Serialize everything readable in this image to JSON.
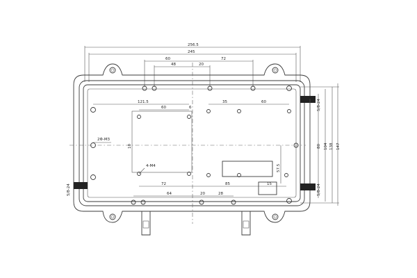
{
  "drawing": {
    "dimensions": {
      "overall_width": "256.5",
      "mount_width": "245",
      "top_60": "60",
      "top_72": "72",
      "top_48": "48",
      "top_20": "20",
      "d_121_5": "121.5",
      "d_60_left": "60",
      "d_6": "6",
      "d_35": "35",
      "d_60_right": "60",
      "thread_label": "2Φ-M3",
      "left_10": "10",
      "hole_label": "4-M4",
      "d_57_5": "57.5",
      "d_15": "15",
      "d_72_bottom": "72",
      "d_85": "85",
      "d_64": "64",
      "d_20_bottom": "20",
      "d_28": "28",
      "right_5_8_24_top": "5/8-24",
      "right_80": "80",
      "right_104": "104",
      "right_138": "138",
      "right_147": "147",
      "right_5_8_24_bottom": "5/8-24",
      "left_5_8_24": "5/8-24"
    }
  }
}
